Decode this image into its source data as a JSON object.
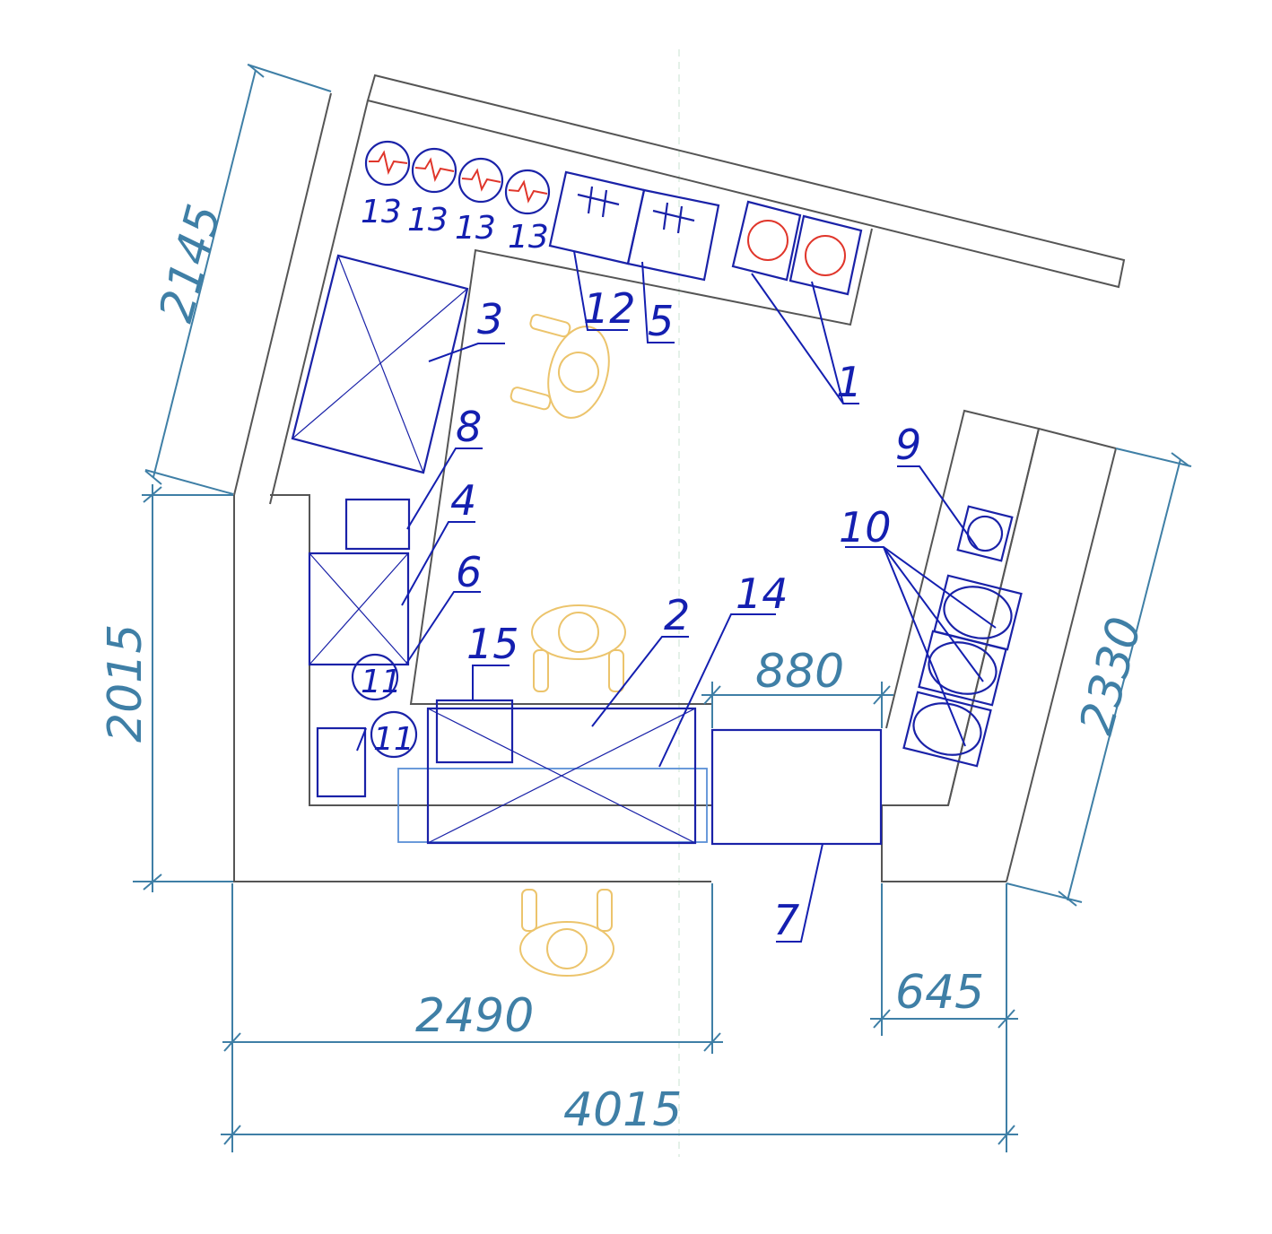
{
  "dimensions": {
    "left_upper": "2145",
    "left_lower": "2015",
    "right": "2330",
    "bottom_left": "2490",
    "bottom_total": "4015",
    "bottom_right": "645",
    "gap": "880"
  },
  "labels": {
    "l1": "1",
    "l2": "2",
    "l3": "3",
    "l4": "4",
    "l5": "5",
    "l6": "6",
    "l7": "7",
    "l8": "8",
    "l9": "9",
    "l10": "10",
    "l11a": "11",
    "l11b": "11",
    "l12": "12",
    "l13a": "13",
    "l13b": "13",
    "l13c": "13",
    "l13d": "13",
    "l14": "14",
    "l15": "15"
  },
  "colors": {
    "equipment": "#1a22a8",
    "dimension": "#3f7fa6",
    "burner": "#e0362b",
    "person": "#ecc46c",
    "wall": "#555555"
  }
}
